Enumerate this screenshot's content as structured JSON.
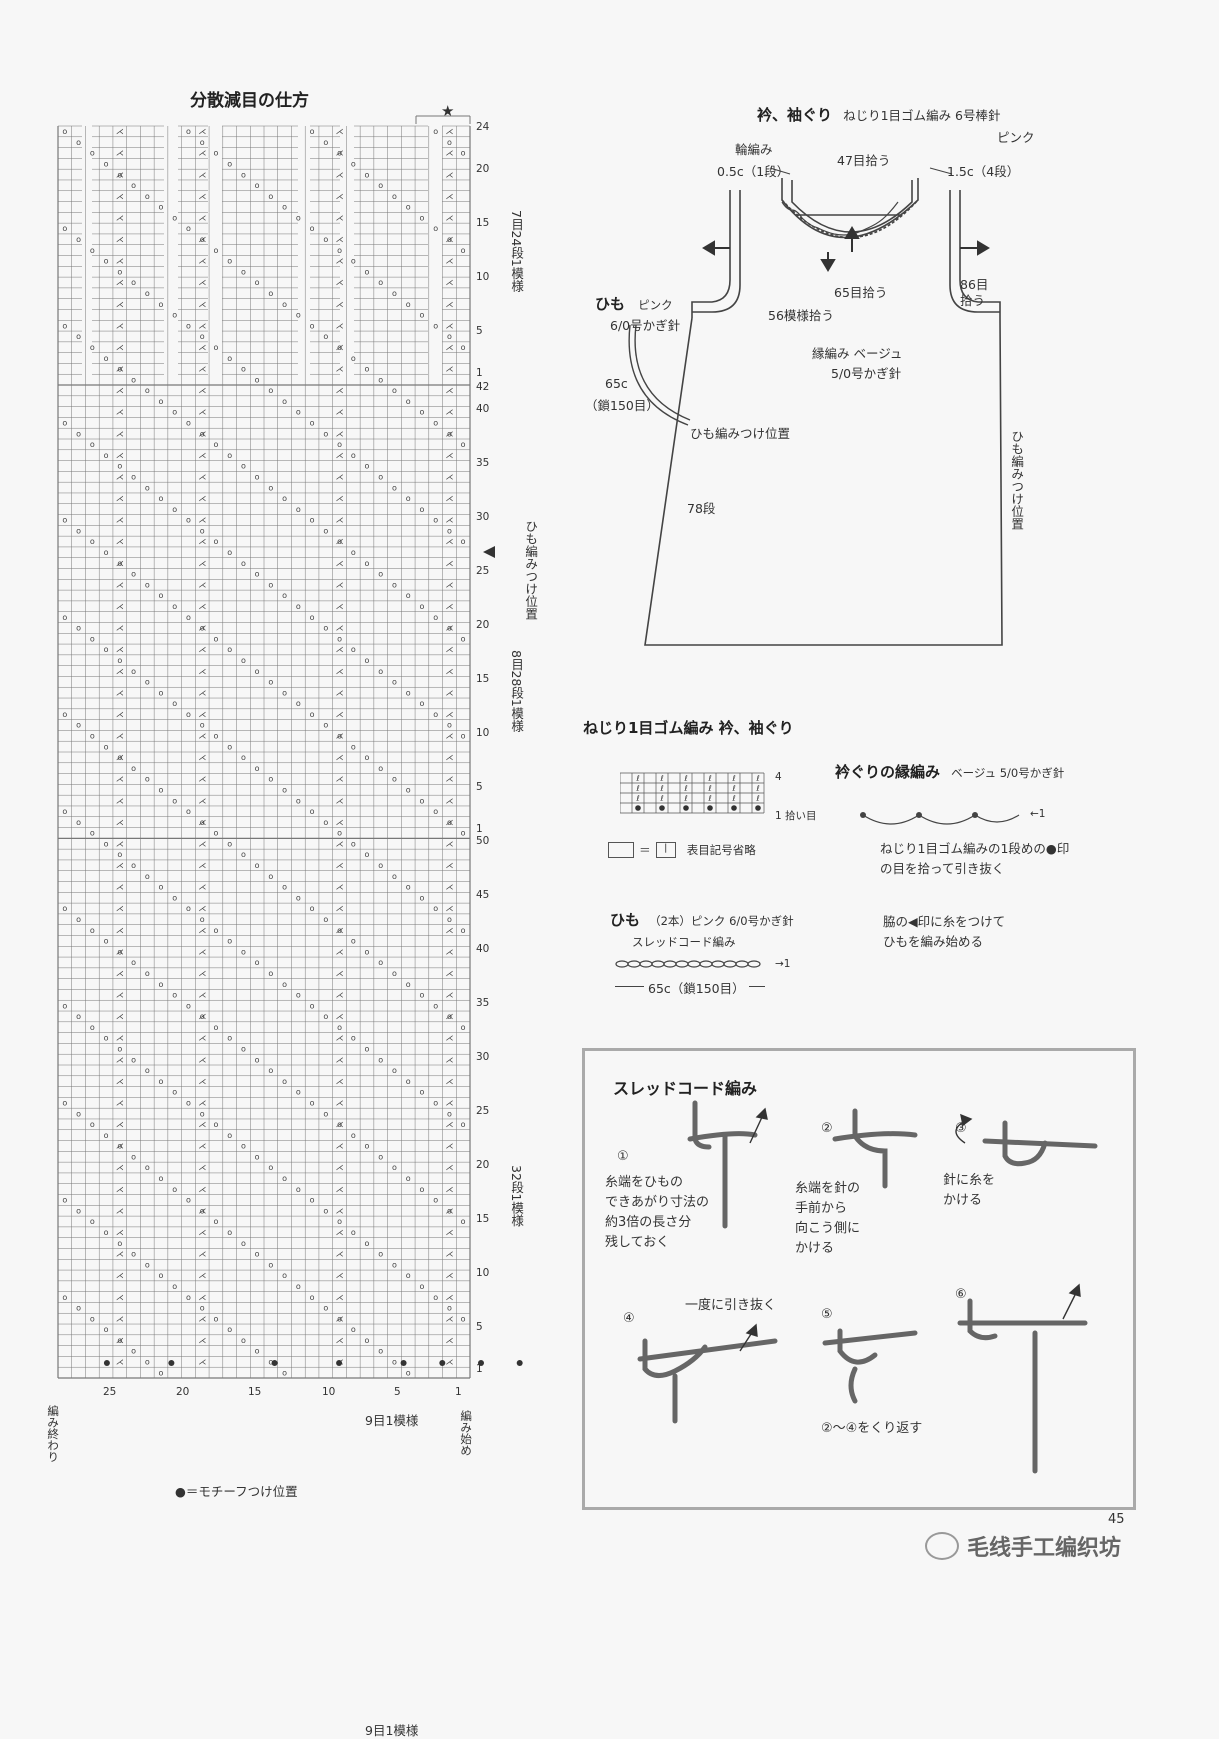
{
  "left": {
    "title": "分散減目の仕方",
    "star": "★",
    "row_numbers_top": [
      "24",
      "20",
      "15",
      "10",
      "5",
      "1"
    ],
    "row_numbers_mid": [
      "42",
      "40",
      "35",
      "30",
      "25",
      "20",
      "15",
      "10",
      "5",
      "1"
    ],
    "row_numbers_bot": [
      "50",
      "45",
      "40",
      "35",
      "30",
      "25",
      "20",
      "15",
      "10",
      "5",
      "1"
    ],
    "section_top": "7目24段1模様",
    "section_mid": "8目28段1模様",
    "section_bot": "32段1模様",
    "himo_mark": "ひも編みつけ位置",
    "col_numbers": [
      "25",
      "20",
      "15",
      "10",
      "5",
      "1"
    ],
    "repeat_label": "9目1模様",
    "end_label": "編み終わり",
    "start_label": "編み始め",
    "motif_legend": "●＝モチーフつけ位置"
  },
  "right": {
    "collar_title": "衿、袖ぐり",
    "collar_desc": "ねじり1目ゴム編み 6号棒針",
    "pink": "ピンク",
    "wa_amimi": "輪編み",
    "c05": "0.5c（1段）",
    "pick47": "47目拾う",
    "c15": "1.5c（4段）",
    "pick65": "65目拾う",
    "pick56": "56模様拾う",
    "pick86a": "86目",
    "pick86b": "拾う",
    "himo_title": "ひも",
    "himo_color": "ピンク",
    "himo_needle": "6/0号かぎ針",
    "himo_len": "65c",
    "himo_chain": "（鎖150目）",
    "himo_pos": "ひも編みつけ位置",
    "himo_pos_v": "ひも編みつけ位置",
    "body1": "縁編み ベージュ",
    "body2": "5/0号かぎ針",
    "rows78": "78段",
    "rib_title": "ねじり1目ゴム編み 衿、袖ぐり",
    "rib_rows": [
      "4",
      "1 拾い目"
    ],
    "rib_legend_eq": "＝",
    "rib_legend_mark": "丨",
    "rib_legend": "表目記号省略",
    "edge_title": "衿ぐりの縁編み",
    "edge_sub": "ベージュ 5/0号かぎ針",
    "edge_arrow": "←1",
    "edge_note": "ねじり1目ゴム編みの1段めの●印\nの目を拾って引き抜く",
    "himo2_title": "ひも",
    "himo2_sub": "（2本）ピンク 6/0号かぎ針",
    "himo2_kind": "スレッドコード編み",
    "himo2_arrow": "→1",
    "himo2_len": "65c（鎖150目）",
    "waki_note": "脇の◀印に糸をつけて\nひもを編み始める",
    "box_title": "スレッドコード編み",
    "steps": [
      "①",
      "②",
      "③",
      "④",
      "⑤",
      "⑥"
    ],
    "step1": "糸端をひもの\nできあがり寸法の\n約3倍の長さ分\n残しておく",
    "step2": "糸端を針の\n手前から\n向こう側に\nかける",
    "step3": "針に糸を\nかける",
    "step4": "一度に引き抜く",
    "step5": "②～④をくり返す",
    "page": "45",
    "brand": "毛线手工编织坊"
  }
}
